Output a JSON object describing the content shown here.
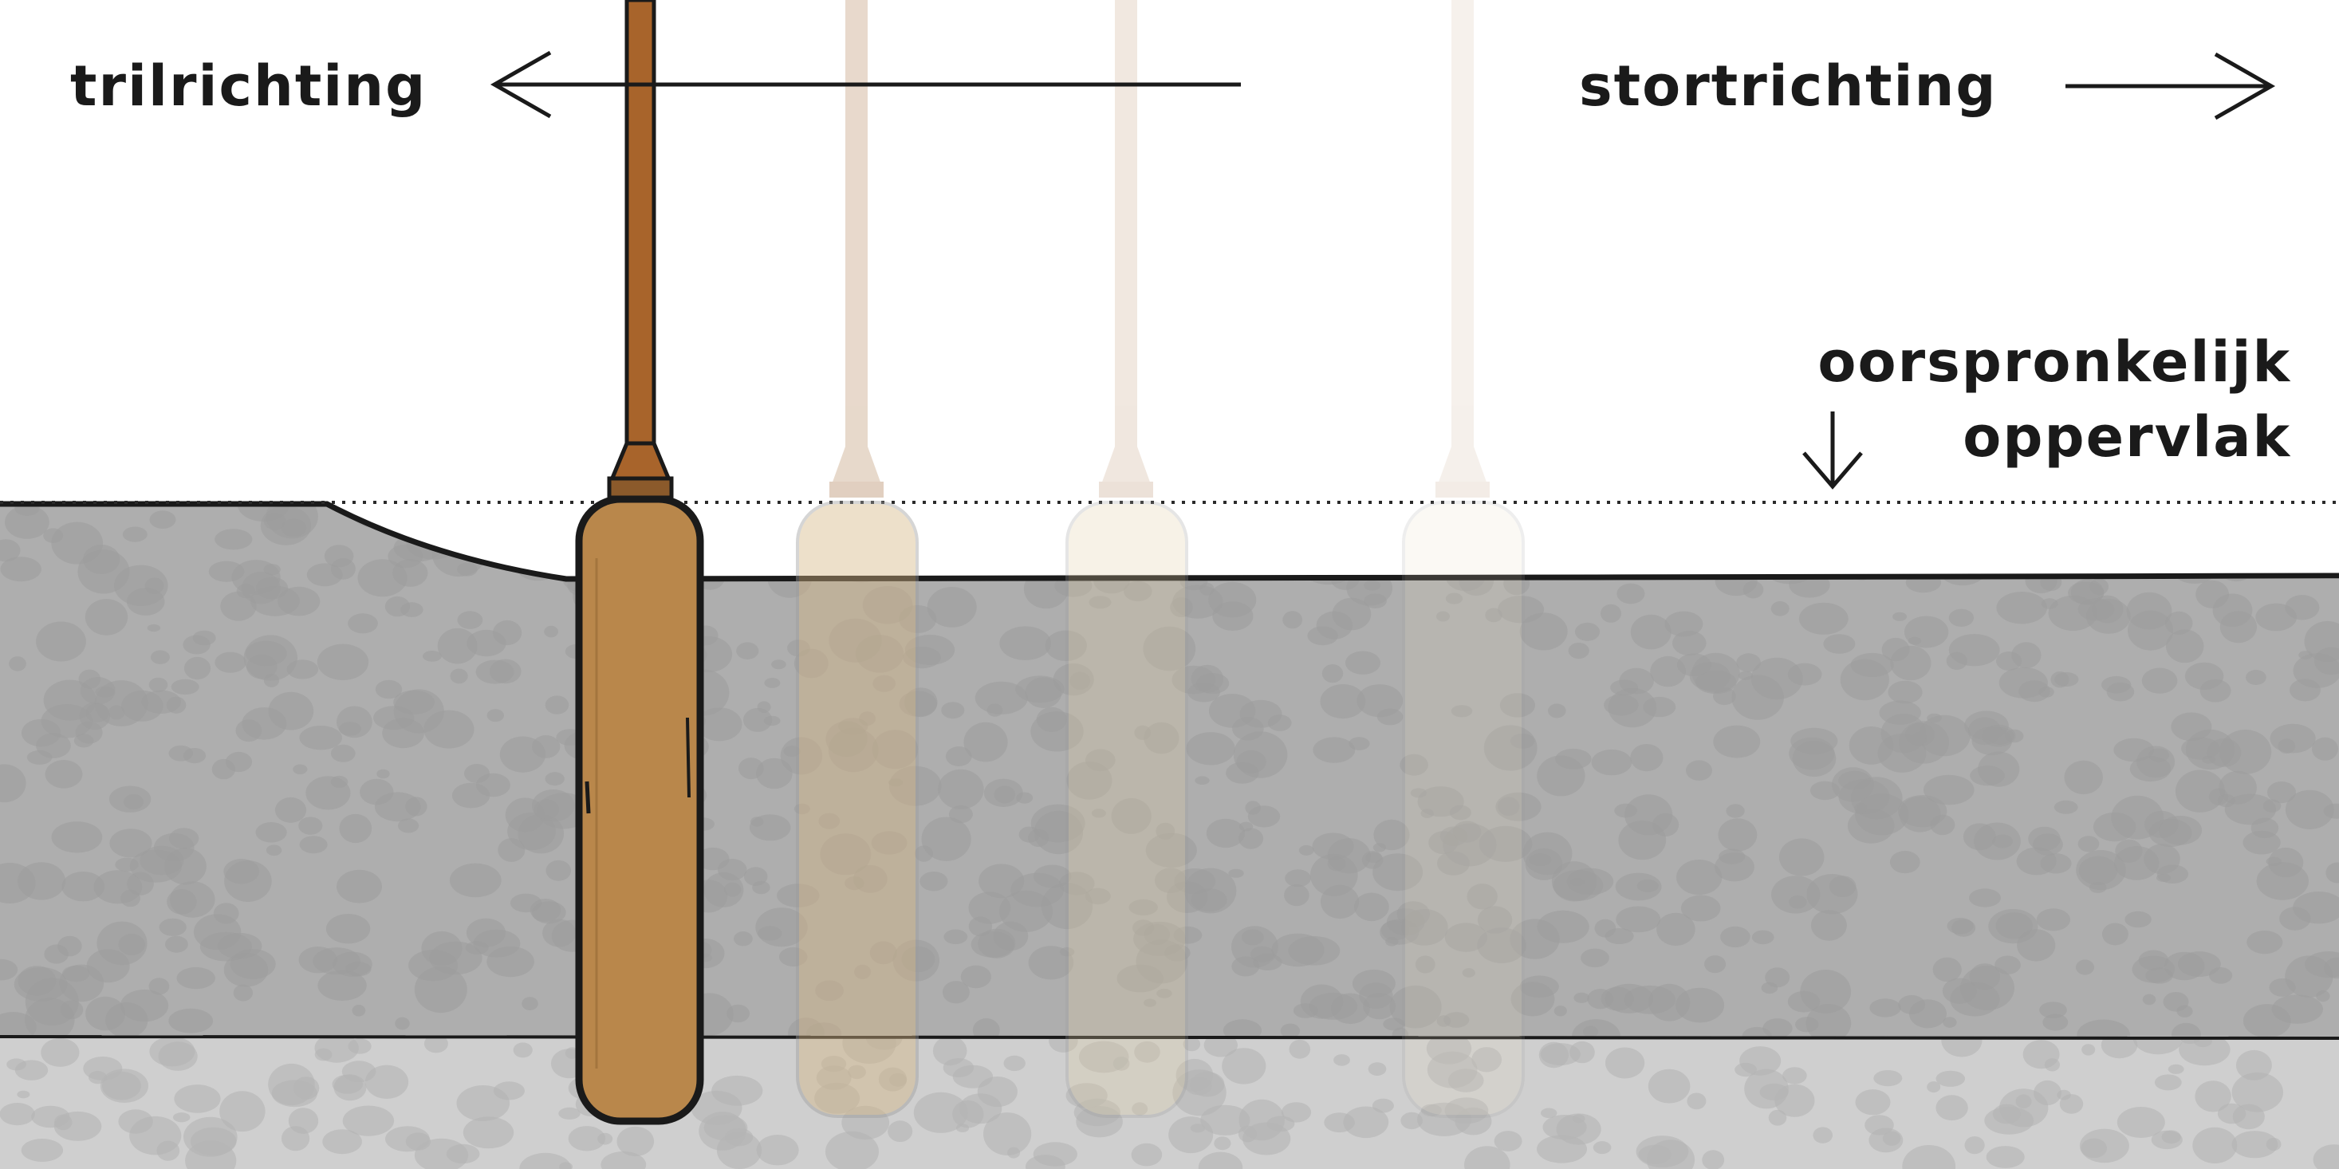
{
  "labels": {
    "vibration_direction": "trilrichting",
    "pour_direction": "stortrichting",
    "original_surface_line1": "oorspronkelijk",
    "original_surface_line2": "oppervlak"
  },
  "colors": {
    "background": "#ffffff",
    "upper_layer": "#aeaeae",
    "lower_layer": "#cfcfcf",
    "speckle": "#9c9c9c",
    "vibrator_body": "#b9874b",
    "vibrator_rod": "#a8642b",
    "outline": "#1a1a1a"
  },
  "vibrator_positions": [
    {
      "step": "current",
      "opacity": 1.0
    },
    {
      "step": "previous-1",
      "opacity": 0.42
    },
    {
      "step": "previous-2",
      "opacity": 0.26
    },
    {
      "step": "previous-3",
      "opacity": 0.16
    }
  ]
}
